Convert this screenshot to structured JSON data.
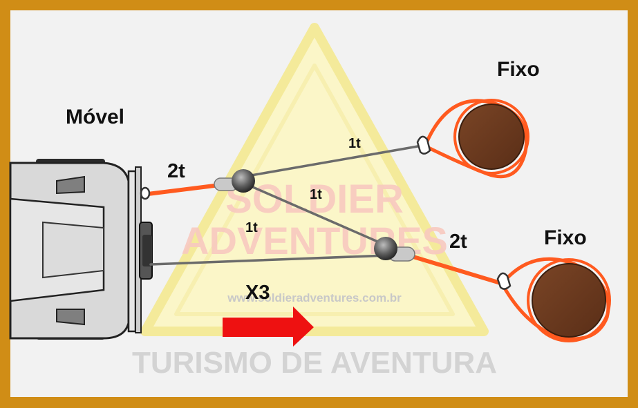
{
  "labels": {
    "movel": "Móvel",
    "fixo_top": "Fixo",
    "fixo_bottom": "Fixo",
    "force_2t_left": "2t",
    "force_2t_right": "2t",
    "force_1t_top": "1t",
    "force_1t_middle": "1t",
    "force_1t_lower": "1t",
    "multiplier": "X3"
  },
  "watermark": {
    "brand_line1": "SOLDIER",
    "brand_line2": "ADVENTURES",
    "url": "www.soldieradventures.com.br",
    "tagline": "TURISMO DE AVENTURA"
  },
  "colors": {
    "frame": "#d08d16",
    "background": "#f2f2f2",
    "strap": "#ff5a1f",
    "cable": "#6b6b6b",
    "anchor": "#6b3a1f",
    "arrow": "#ee1111",
    "watermark_yellow": "#fbf6c8",
    "watermark_red": "#f8c9c0"
  },
  "icons": {
    "vehicle": "vehicle-rear-icon",
    "pulley": "pulley-icon",
    "shackle": "shackle-icon",
    "tree": "tree-anchor-icon",
    "direction": "right-arrow-icon"
  }
}
